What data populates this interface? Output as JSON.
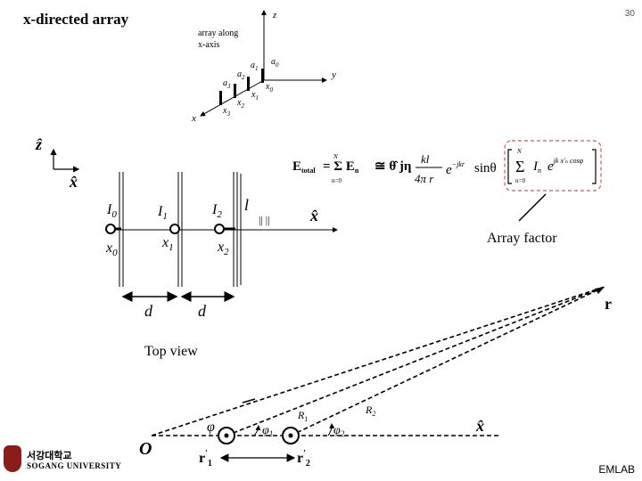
{
  "title": "x-directed array",
  "page_number": "30",
  "top_diagram": {
    "caption": [
      "array along",
      "x-axis"
    ],
    "axis_z": "z",
    "axis_y": "y",
    "axis_x": "x",
    "elements": [
      {
        "a": "a",
        "a_sub": "0",
        "x": "x",
        "x_sub": "0"
      },
      {
        "a": "a",
        "a_sub": "1",
        "x": "x",
        "x_sub": "1"
      },
      {
        "a": "a",
        "a_sub": "2",
        "x": "x",
        "x_sub": "2"
      },
      {
        "a": "a",
        "a_sub": "3",
        "x": "x",
        "x_sub": "3"
      }
    ]
  },
  "array_diagram": {
    "axis_z_hat": "ẑ",
    "axis_x_hat": "x̂",
    "currents": [
      {
        "I": "I",
        "sub": "0",
        "x": "x",
        "x_sub": "0"
      },
      {
        "I": "I",
        "sub": "1",
        "x": "x",
        "x_sub": "1"
      },
      {
        "I": "I",
        "sub": "2",
        "x": "x",
        "x_sub": "2"
      }
    ],
    "length": "l",
    "parallel": "|| ||",
    "spacing": "d",
    "x_axis": "x̂"
  },
  "equation": {
    "lhs": "E",
    "lhs_sub": "total",
    "rest": "= Σ E",
    "rest_sub": "n",
    "approx": "≅ θ̂ jη",
    "frac_num": "kl",
    "frac_den": "4π r",
    "exp": "e",
    "exp_sup": "−jkr",
    "sin": "sinθ",
    "sum_upper": "N",
    "sum_lower": "n=0",
    "af_I": "I",
    "af_sub": "n",
    "af_e": "e",
    "af_sup": "jk x′ₙ cosφ"
  },
  "array_factor_label": "Array factor",
  "top_view": {
    "label": "Top view",
    "origin": "O",
    "r": "r",
    "x_hat": "x̂",
    "R1": "R",
    "R1_sub": "1",
    "R2": "R",
    "R2_sub": "2",
    "phi": "φ",
    "phi1_sub": "1",
    "phi2_sub": "2",
    "r1": "r",
    "r1_sub": "1",
    "r2": "r",
    "r2_sub": "2"
  },
  "university": {
    "name_ko": "서강대학교",
    "name_en": "SOGANG UNIVERSITY"
  },
  "footer": "EMLAB",
  "colors": {
    "highlight_box": "#d9534f",
    "logo": "#8b1c1c"
  }
}
